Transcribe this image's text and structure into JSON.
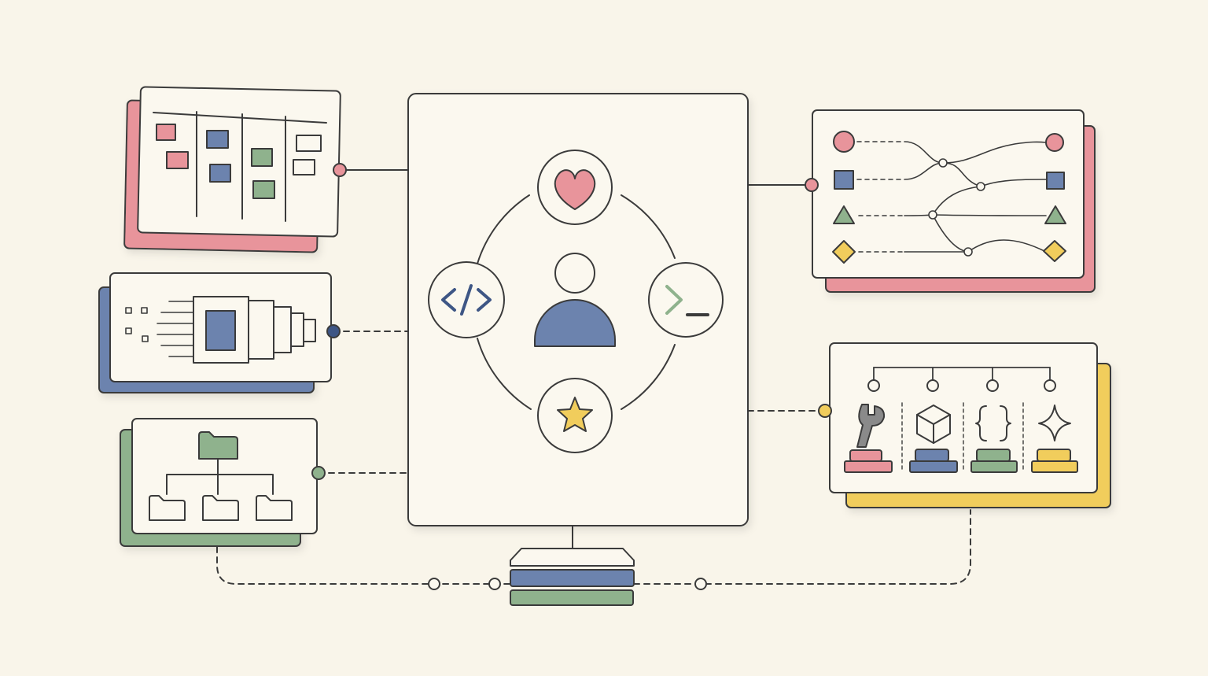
{
  "palette": {
    "background": "#f9f5ea",
    "card": "#fbf8ef",
    "ink": "#3b3b3b",
    "pink": "#e8949b",
    "blue": "#6c83ae",
    "green": "#8fb28d",
    "yellow": "#f1cd5c",
    "navy": "#3e5685"
  },
  "panels": {
    "left": [
      {
        "id": "kanban-board",
        "backing": "pink",
        "connector": "solid"
      },
      {
        "id": "layered-pipeline",
        "backing": "blue",
        "connector": "dashed"
      },
      {
        "id": "folder-tree",
        "backing": "green",
        "connector": "dashed"
      }
    ],
    "right": [
      {
        "id": "shape-routing",
        "backing": "pink",
        "connector": "solid"
      },
      {
        "id": "tool-toolbox",
        "backing": "yellow",
        "connector": "dashed"
      }
    ]
  },
  "hub": {
    "center": "user-icon",
    "orbit": [
      "heart-icon",
      "terminal-icon",
      "star-icon",
      "code-icon"
    ]
  },
  "routing_shapes": [
    "circle",
    "square",
    "triangle",
    "diamond"
  ],
  "tools": [
    {
      "icon": "wrench-icon",
      "color": "pink"
    },
    {
      "icon": "cube-icon",
      "color": "blue"
    },
    {
      "icon": "braces-icon",
      "color": "green"
    },
    {
      "icon": "sparkle-icon",
      "color": "yellow"
    }
  ],
  "base_stack": [
    "card",
    "blue",
    "green"
  ]
}
